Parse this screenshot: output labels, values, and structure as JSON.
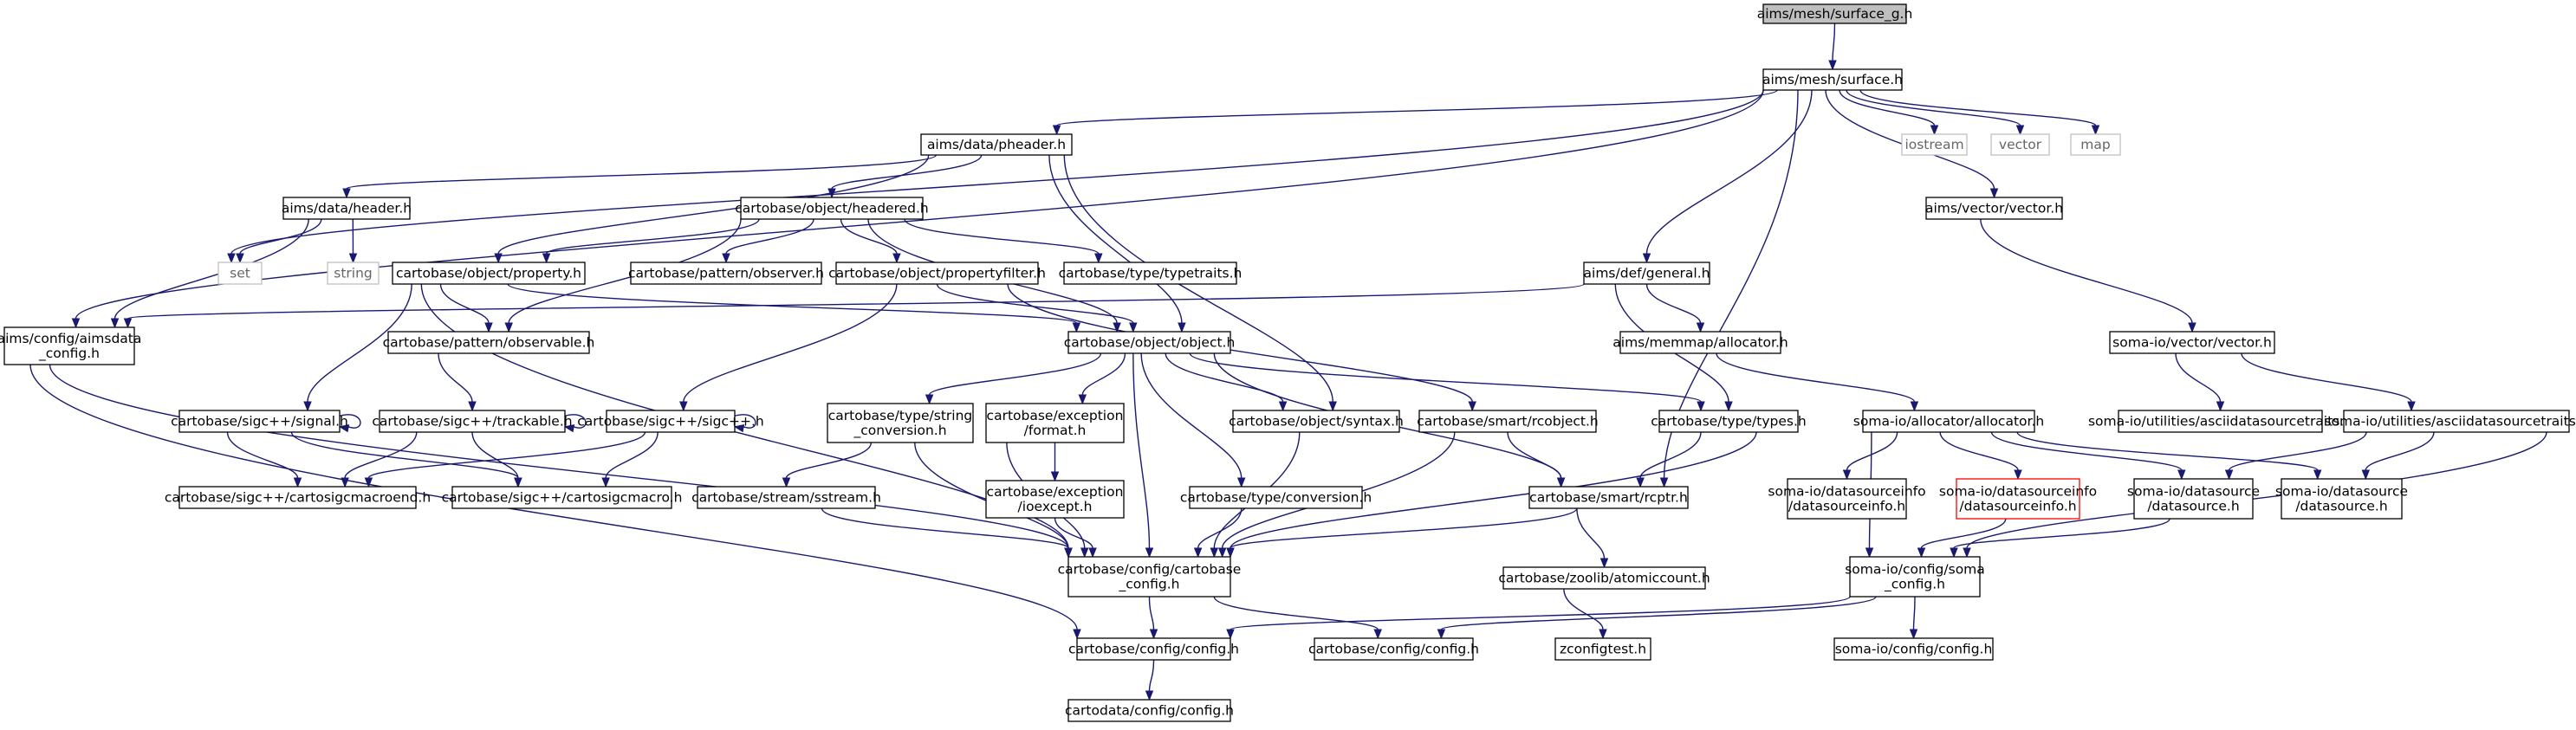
{
  "graph_title": "aims/mesh/surface_g.h",
  "colors": {
    "edge": "#191970",
    "root_fill": "#bfbfbf",
    "node_border": "#000000",
    "external_border": "#bfbfbf",
    "missing_border": "#ff0000"
  },
  "nodes": {
    "surface_g": [
      "aims/mesh/surface_g.h"
    ],
    "surface": [
      "aims/mesh/surface.h"
    ],
    "pheader": [
      "aims/data/pheader.h"
    ],
    "iostream": [
      "iostream"
    ],
    "vector_std": [
      "vector"
    ],
    "map": [
      "map"
    ],
    "header": [
      "aims/data/header.h"
    ],
    "headered": [
      "cartobase/object/headered.h"
    ],
    "set": [
      "set"
    ],
    "string": [
      "string"
    ],
    "property": [
      "cartobase/object/property.h"
    ],
    "observer": [
      "cartobase/pattern/observer.h"
    ],
    "propertyfilter": [
      "cartobase/object/propertyfilter.h"
    ],
    "typetraits": [
      "cartobase/type/typetraits.h"
    ],
    "aimsvector": [
      "aims/vector/vector.h"
    ],
    "general": [
      "aims/def/general.h"
    ],
    "aimsdata_config": [
      "aims/config/aimsdata",
      "_config.h"
    ],
    "observable": [
      "cartobase/pattern/observable.h"
    ],
    "object": [
      "cartobase/object/object.h"
    ],
    "memmap_allocator": [
      "aims/memmap/allocator.h"
    ],
    "somaio_vector": [
      "soma-io/vector/vector.h"
    ],
    "signal": [
      "cartobase/sigc++/signal.h"
    ],
    "trackable": [
      "cartobase/sigc++/trackable.h"
    ],
    "sigcpp": [
      "cartobase/sigc++/sigc++.h"
    ],
    "string_conversion": [
      "cartobase/type/string",
      "_conversion.h"
    ],
    "exception_format": [
      "cartobase/exception",
      "/format.h"
    ],
    "syntax": [
      "cartobase/object/syntax.h"
    ],
    "rcobject": [
      "cartobase/smart/rcobject.h"
    ],
    "types": [
      "cartobase/type/types.h"
    ],
    "somaio_allocator": [
      "soma-io/allocator/allocator.h"
    ],
    "asciidatasourcetraits_h": [
      "soma-io/utilities/asciidatasourcetraits.h"
    ],
    "asciidatasourcetraits": [
      "soma-io/utilities/asciidatasourcetraits.h"
    ],
    "cartosigcmacroend": [
      "cartobase/sigc++/cartosigcmacroend.h"
    ],
    "cartosigcmacro": [
      "cartobase/sigc++/cartosigcmacro.h"
    ],
    "sstream": [
      "cartobase/stream/sstream.h"
    ],
    "ioexcept": [
      "cartobase/exception",
      "/ioexcept.h"
    ],
    "conversion": [
      "cartobase/type/conversion.h"
    ],
    "rcptr": [
      "cartobase/smart/rcptr.h"
    ],
    "datasourceinfo_a": [
      "soma-io/datasourceinfo",
      "/datasourceinfo.h"
    ],
    "datasourceinfo_b": [
      "soma-io/datasourceinfo",
      "/datasourceinfo.h"
    ],
    "datasource_a": [
      "soma-io/datasource",
      "/datasource.h"
    ],
    "datasource_b": [
      "soma-io/datasource",
      "/datasource.h"
    ],
    "cartobase_config": [
      "cartobase/config/cartobase",
      "_config.h"
    ],
    "atomiccount": [
      "cartobase/zoolib/atomiccount.h"
    ],
    "soma_config": [
      "soma-io/config/soma",
      "_config.h"
    ],
    "config_a": [
      "cartobase/config/config.h"
    ],
    "config_b": [
      "cartobase/config/config.h"
    ],
    "zconfigtest": [
      "zconfigtest.h"
    ],
    "somaio_config": [
      "soma-io/config/config.h"
    ],
    "cartodata_config": [
      "cartodata/config/config.h"
    ]
  }
}
